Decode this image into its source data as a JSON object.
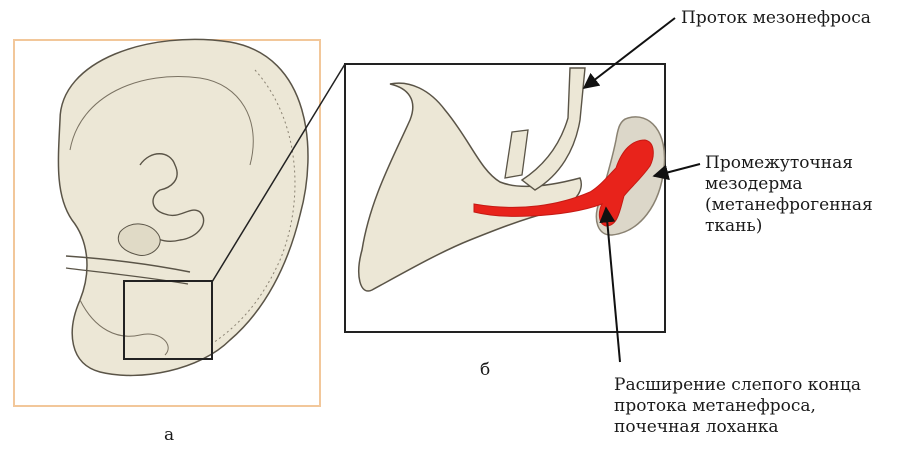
{
  "labels": {
    "panel_a": "а",
    "panel_b": "б",
    "mesonephric_duct": "Проток мезонефроса",
    "intermediate_mesoderm": [
      "Промежуточная",
      "мезодерма",
      "(метанефрогенная",
      "ткань)"
    ],
    "renal_pelvis": [
      "Расширение слепого конца",
      "протока метанефроса,",
      "почечная лоханка"
    ]
  },
  "colors": {
    "frame_a": "#f2c79a",
    "embryo_fill": "#ece7d6",
    "stroke": "#5a5447",
    "highlight": "#e8231b",
    "box": "#222222"
  }
}
